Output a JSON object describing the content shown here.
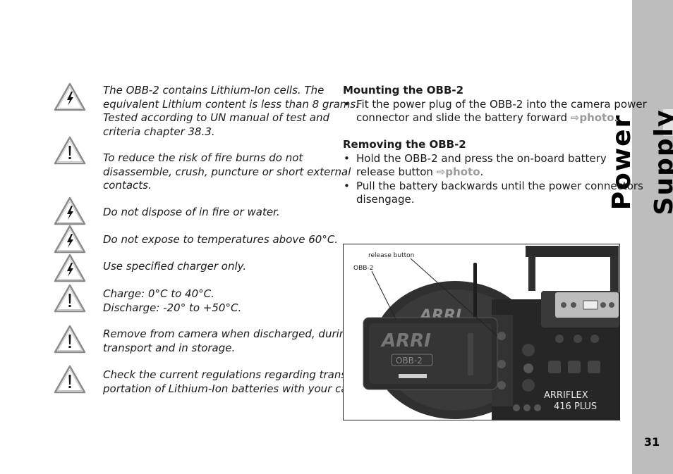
{
  "side_title": "Power Supply",
  "page_number": "31",
  "warnings": [
    {
      "icon": "lightning-warning-icon",
      "lines": [
        "The OBB-2 contains Lithium-Ion cells. The",
        "equivalent Lithium content is less than 8 grams.",
        "Tested according to UN manual of test and",
        "criteria chapter 38.3."
      ]
    },
    {
      "icon": "exclamation-warning-icon",
      "lines": [
        "To reduce the risk of fire burns do not",
        "disassemble, crush, puncture or short external",
        "contacts."
      ]
    },
    {
      "icon": "lightning-warning-icon",
      "lines": [
        "Do not dispose of in fire or water."
      ]
    },
    {
      "icon": "lightning-warning-icon",
      "lines": [
        "Do not expose to temperatures above 60°C."
      ]
    },
    {
      "icon": "lightning-warning-icon",
      "lines": [
        "Use specified charger only."
      ]
    },
    {
      "icon": "exclamation-warning-icon",
      "lines": [
        "Charge: 0°C to 40°C.",
        "Discharge: -20° to +50°C."
      ]
    },
    {
      "icon": "exclamation-warning-icon",
      "lines": [
        "Remove from camera when discharged, during",
        "transport and in storage."
      ]
    },
    {
      "icon": "exclamation-warning-icon",
      "lines": [
        "Check the current regulations regarding trans-",
        "portation of Lithium-Ion batteries with your carrier."
      ]
    }
  ],
  "mounting": {
    "heading": "Mounting the OBB-2",
    "bullet_char": "•",
    "line1": "Fit the power plug of the OBB-2 into the camera power",
    "line2_text": "connector and slide the battery forward ",
    "ref_arrow": "⇨",
    "ref_word": "photo",
    "line2_end": "."
  },
  "removing": {
    "heading": "Removing the OBB-2",
    "bullet_char": "•",
    "b1_line1": "Hold the OBB-2 and press the on-board battery",
    "b1_line2_text": "release button ",
    "ref_arrow": "⇨",
    "ref_word": "photo",
    "b1_line2_end": ".",
    "b2_line1": "Pull the battery backwards until the power connectors",
    "b2_line2": "disengage."
  },
  "figure": {
    "label_release": "release button",
    "label_obb": "OBB-2",
    "camera_model_line1": "ARRIFLEX",
    "camera_model_line2": "416 PLUS",
    "brand": "ARRI",
    "battery_name": "OBB-2"
  }
}
